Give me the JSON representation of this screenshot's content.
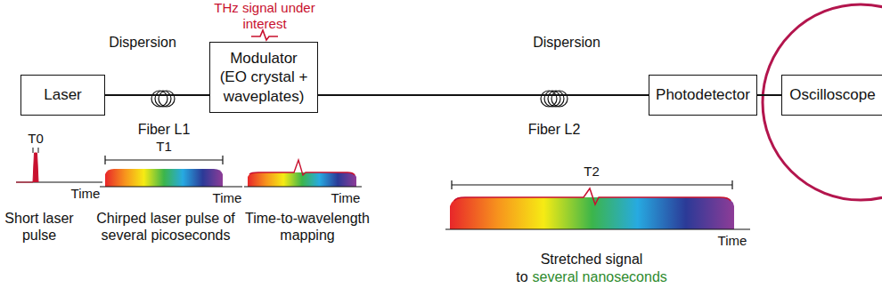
{
  "diagram": {
    "nodes": [
      {
        "text": [
          "Laser"
        ]
      },
      {
        "text": [
          "Modulator (EO crystal + waveplates)"
        ]
      },
      {
        "text": [
          "Photodetector"
        ]
      },
      {
        "text": [
          "Oscilloscope"
        ]
      }
    ],
    "edges": [
      {
        "from": 0,
        "to": 1,
        "arrow": "none",
        "label": "Dispersion"
      },
      {
        "from": 1,
        "to": 2,
        "arrow": "none",
        "label": "Dispersion"
      },
      {
        "from": 2,
        "to": 3,
        "arrow": "none"
      }
    ],
    "labels": [
      "THz signal under interest",
      "Fiber L1",
      "Fiber L2",
      "T0",
      "Time",
      "Short laser pulse",
      "T1",
      "Time",
      "Chirped laser pulse of several picoseconds",
      "Time",
      "Time-to-wavelength mapping",
      "T2",
      "Time",
      "Stretched signal",
      "to",
      "several nanoseconds"
    ]
  }
}
